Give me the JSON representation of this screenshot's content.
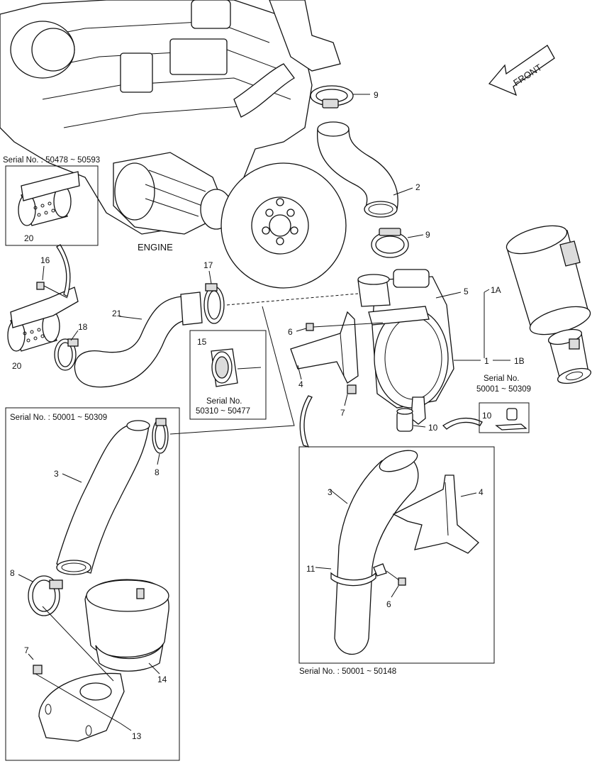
{
  "engine_label": "ENGINE",
  "front_label": "FRONT",
  "callouts": {
    "c1": "1",
    "c1a": "1A",
    "c1b": "1B",
    "c2": "2",
    "c3a": "3",
    "c3b": "3",
    "c4a": "4",
    "c4b": "4",
    "c5": "5",
    "c6a": "6",
    "c6b": "6",
    "c7a": "7",
    "c7b": "7",
    "c8a": "8",
    "c8b": "8",
    "c9a": "9",
    "c9b": "9",
    "c10a": "10",
    "c10b": "10",
    "c11": "11",
    "c13": "13",
    "c14": "14",
    "c15": "15",
    "c16": "16",
    "c17": "17",
    "c18": "18",
    "c20a": "20",
    "c20b": "20",
    "c21": "21"
  },
  "captions": {
    "serial_50478": "Serial No. : 50478 ~ 50593",
    "serial_50310_l1": "Serial No.",
    "serial_50310_l2": "50310 ~ 50477",
    "serial_50001_l1": "Serial No.",
    "serial_50001_l2": "50001 ~ 50309",
    "serial_box_left": "Serial No. : 50001 ~ 50309",
    "serial_box_right": "Serial No. : 50001 ~ 50148"
  }
}
